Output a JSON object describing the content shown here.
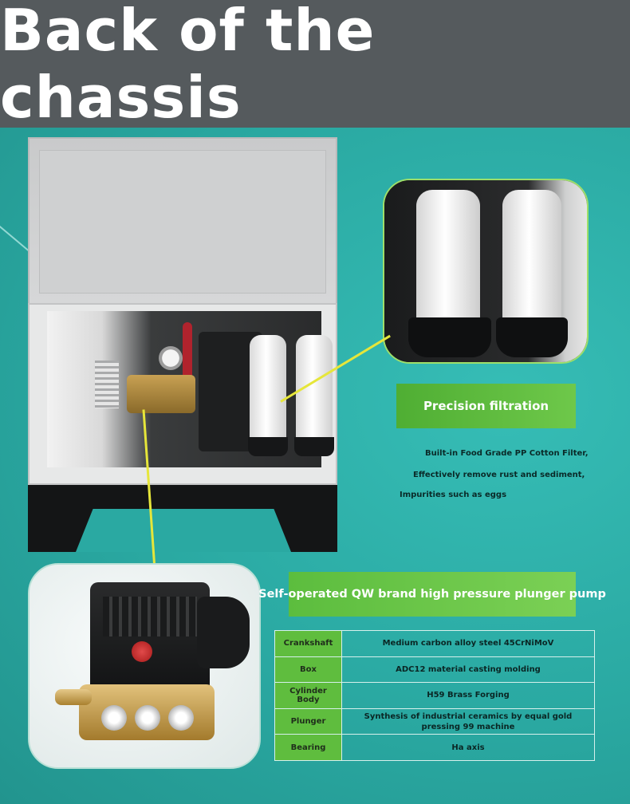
{
  "header": {
    "title": "Back of the chassis"
  },
  "filtration": {
    "label": "Precision filtration",
    "lines": [
      "Built-in Food Grade PP Cotton Filter,",
      "Effectively remove rust and sediment,",
      "Impurities such as eggs"
    ]
  },
  "pump": {
    "label": "Self-operated QW brand high pressure plunger pump",
    "specs": [
      {
        "name": "Crankshaft",
        "value": "Medium carbon alloy steel 45CrNiMoV"
      },
      {
        "name": "Box",
        "value": "ADC12 material casting molding"
      },
      {
        "name": "Cylinder Body",
        "value": "H59 Brass Forging"
      },
      {
        "name": "Plunger",
        "value": "Synthesis of industrial ceramics by equal gold pressing 99 machine"
      },
      {
        "name": "Bearing",
        "value": "Ha axis"
      }
    ]
  },
  "colors": {
    "background": "#2aa9a2",
    "header": "#555a5d",
    "accent_green": "#5cbd3e",
    "connector": "#e6e63a"
  }
}
